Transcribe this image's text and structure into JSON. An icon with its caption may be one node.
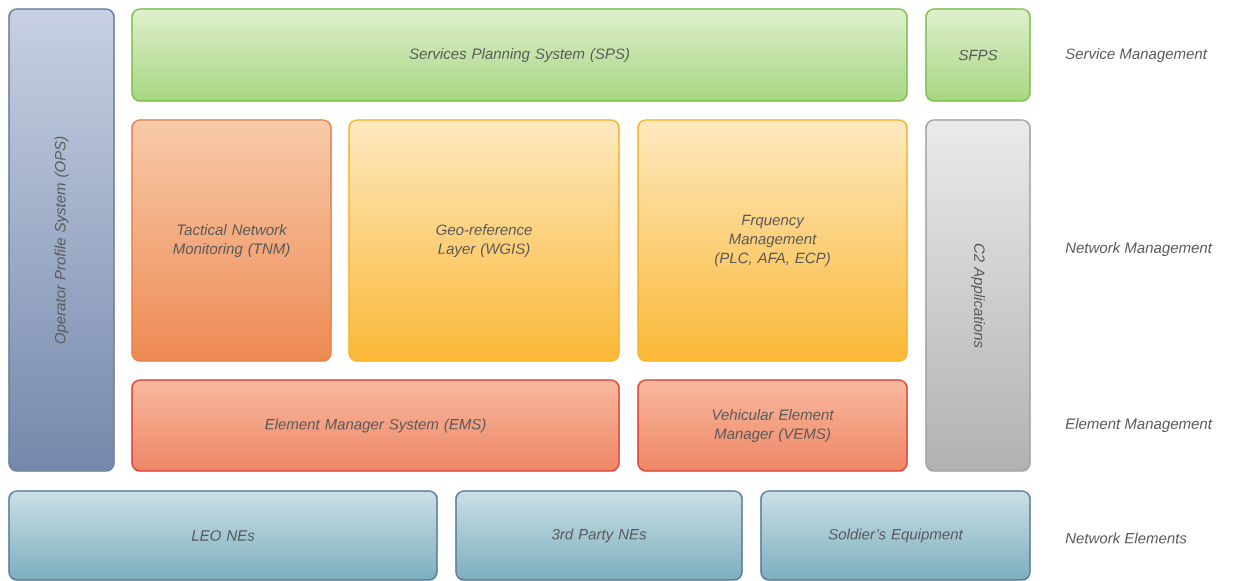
{
  "diagram": {
    "nodes": [
      {
        "text": [
          "Operator Profile System (OPS)"
        ]
      },
      {
        "text": [
          "Services Planning System (SPS)"
        ]
      },
      {
        "text": [
          "SFPS"
        ]
      },
      {
        "text": [
          "Tactical Network Monitoring (TNM)"
        ]
      },
      {
        "text": [
          "Geo-reference Layer (WGIS)"
        ]
      },
      {
        "text": [
          "Frquency Management (PLC, AFA, ECP)"
        ]
      },
      {
        "text": [
          "C2 Applications"
        ]
      },
      {
        "text": [
          "Element Manager System (EMS)"
        ]
      },
      {
        "text": [
          "Vehicular Element Manager (VEMS)"
        ]
      },
      {
        "text": [
          "LEO NEs"
        ]
      },
      {
        "text": [
          "3rd Party NEs"
        ]
      },
      {
        "text": [
          "Soldier’s Equipment"
        ]
      }
    ],
    "labels": [
      "Service Management",
      "Network Management",
      "Element Management",
      "Network Elements"
    ]
  }
}
